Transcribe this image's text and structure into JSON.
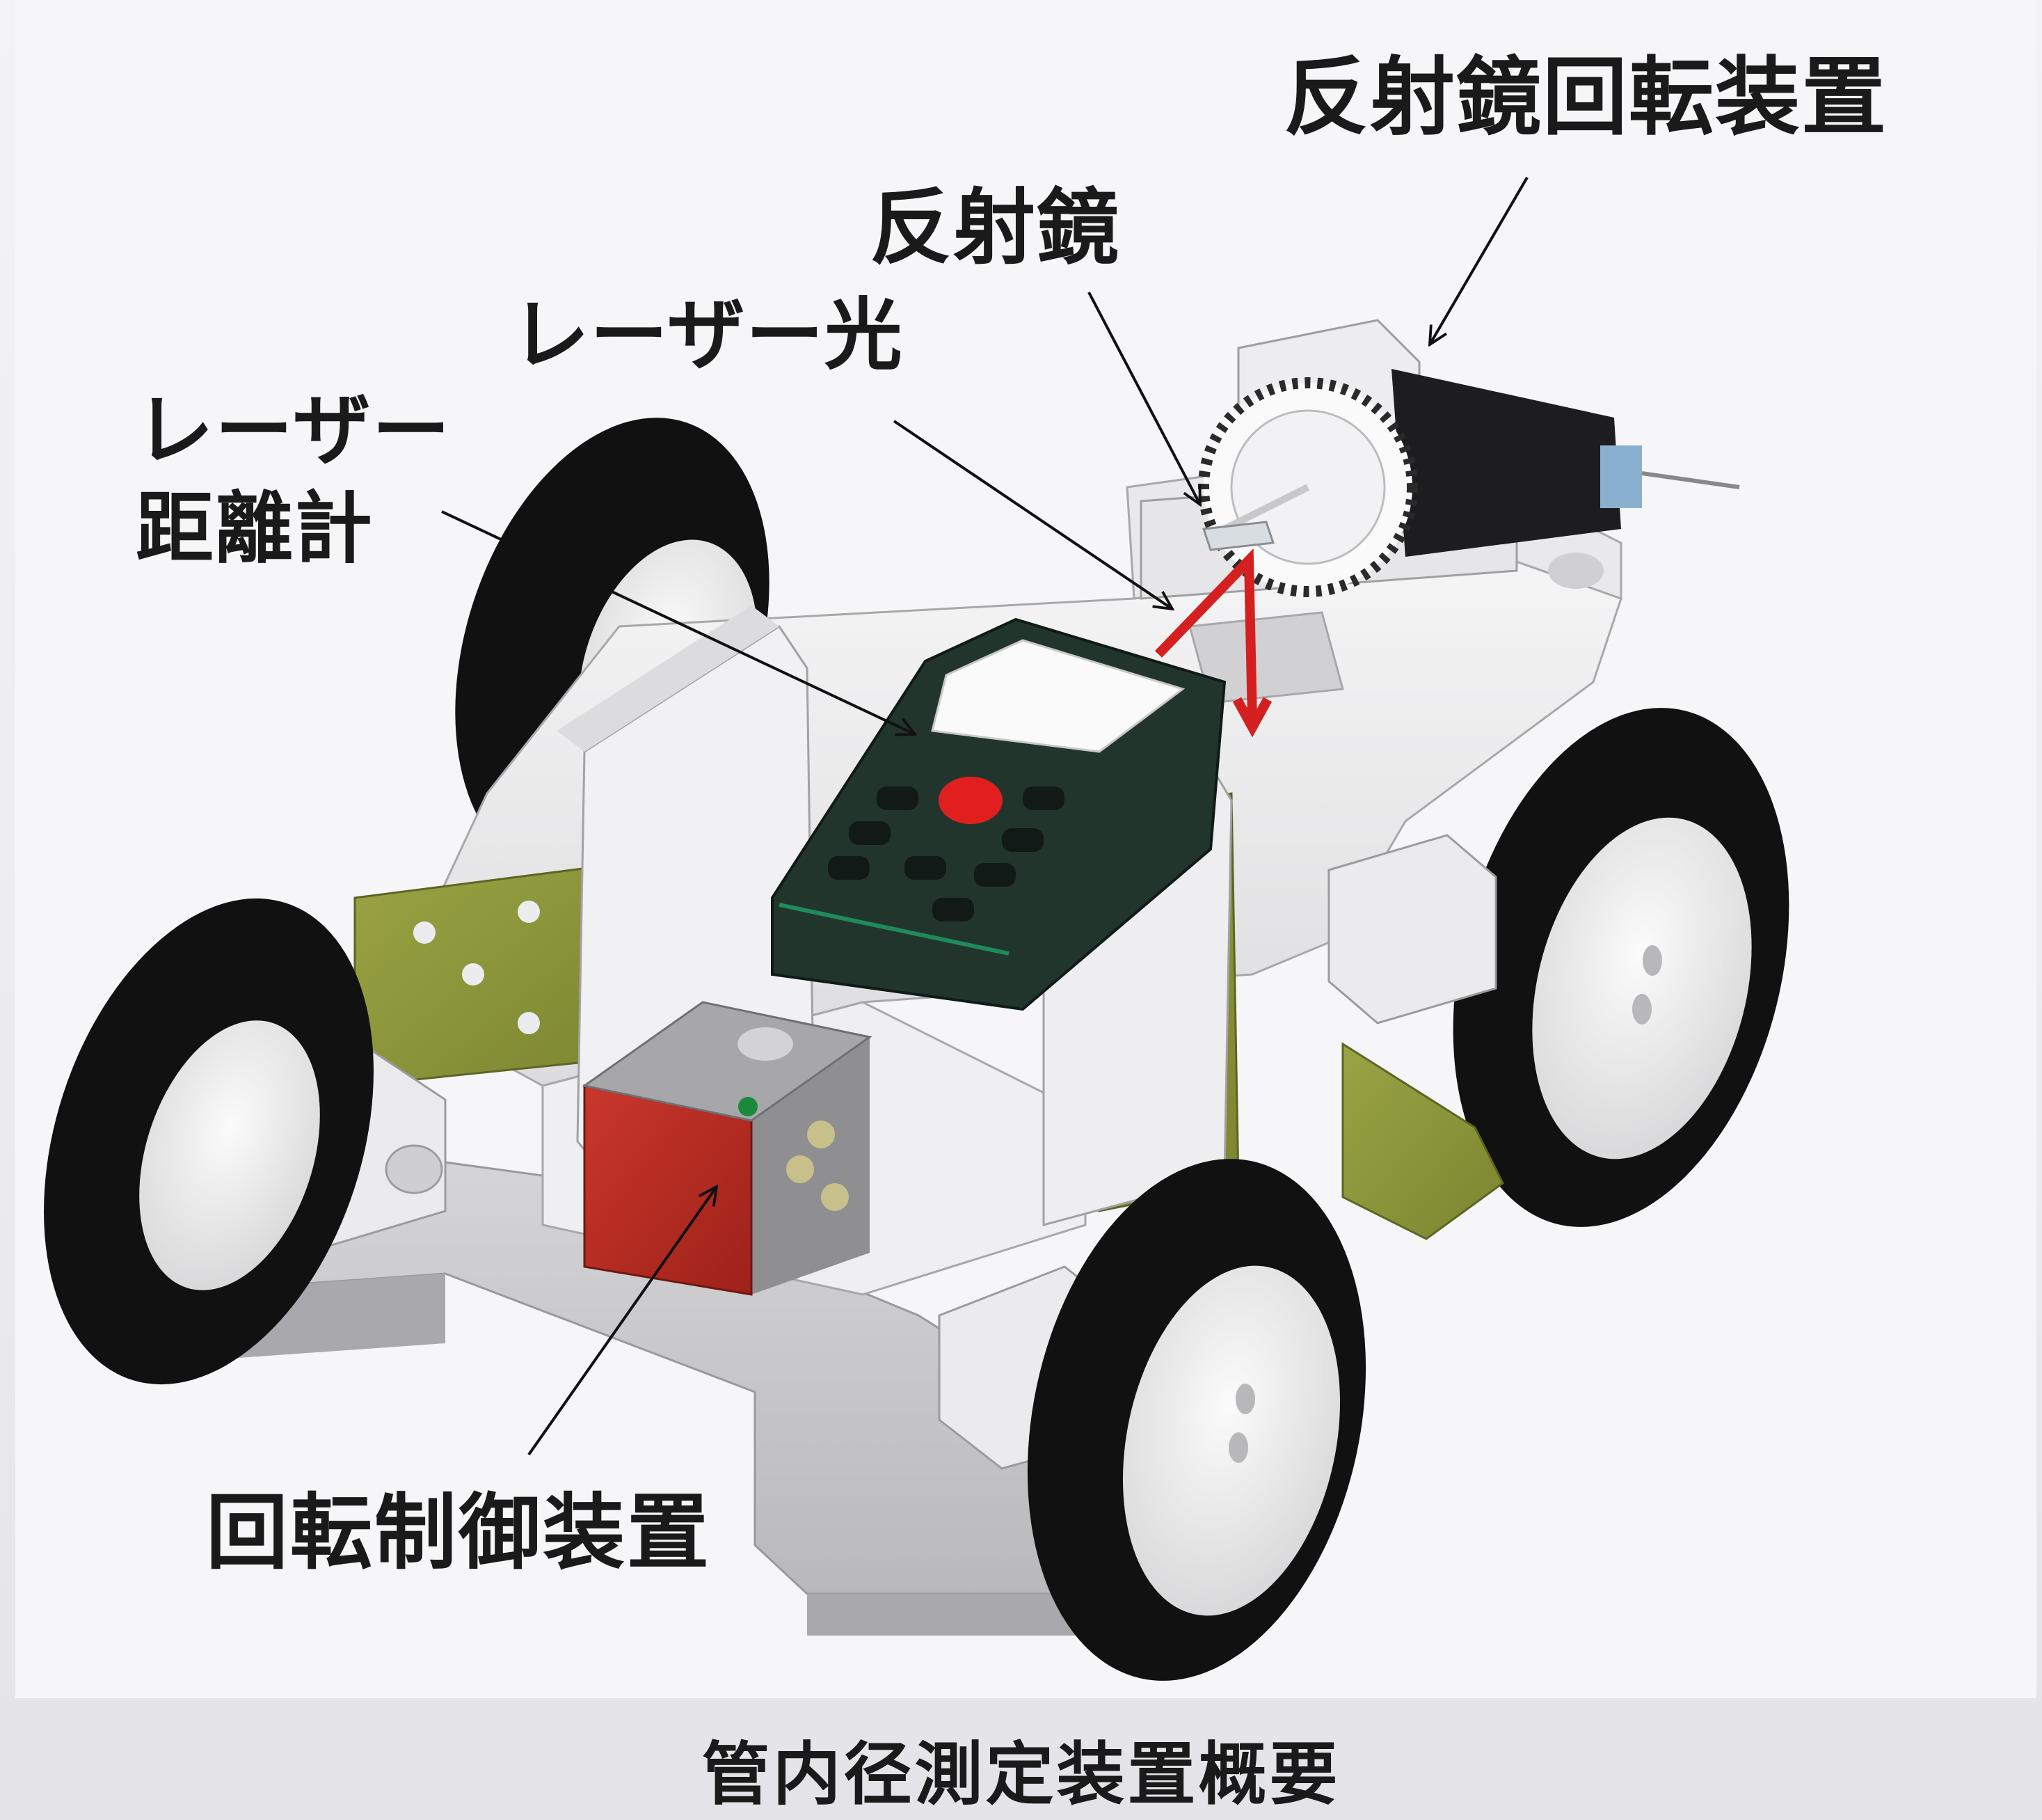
{
  "labels": {
    "mirror_rotation_device": "反射鏡回転装置",
    "mirror": "反射鏡",
    "laser_light": "レーザー光",
    "laser_distance_meter_line1": "レーザー",
    "laser_distance_meter_line2": "距離計",
    "rotation_control_device": "回転制御装置"
  },
  "caption": "管内径測定装置概要",
  "colors": {
    "laser_light": "#d42020",
    "control_device": "#b52a22",
    "mounting_plate": "#8c9638",
    "distance_meter_body": "#24362e",
    "distance_meter_button": "#e02020",
    "tire": "#111111"
  }
}
